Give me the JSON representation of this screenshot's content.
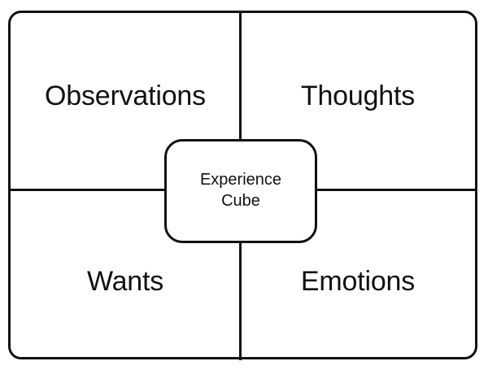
{
  "diagram": {
    "title": "Experience Cube",
    "type": "four-quadrant-framework",
    "center_node": {
      "label_line_1": "Experience",
      "label_line_2": "Cube"
    },
    "quadrants": [
      {
        "id": "observations",
        "label": "Observations",
        "position": "top-left"
      },
      {
        "id": "thoughts",
        "label": "Thoughts",
        "position": "top-right"
      },
      {
        "id": "wants",
        "label": "Wants",
        "position": "bottom-left"
      },
      {
        "id": "emotions",
        "label": "Emotions",
        "position": "bottom-right"
      }
    ],
    "colors": {
      "stroke": "#111111",
      "background": "#ffffff",
      "text": "#111111"
    }
  }
}
